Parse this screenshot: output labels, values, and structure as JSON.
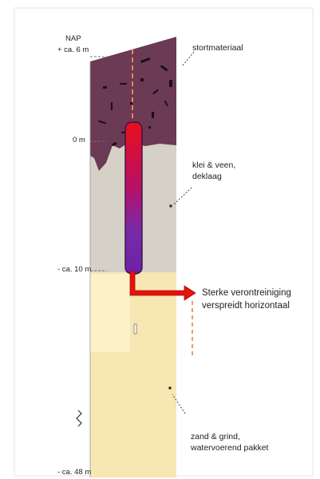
{
  "depth_labels": {
    "nap": "NAP",
    "plus6": "+ ca. 6 m",
    "zero": "0 m",
    "minus10": "- ca. 10 m",
    "minus48": "- ca. 48 m"
  },
  "layers": {
    "stortmateriaal": "stortmateriaal",
    "klei_line1": "klei & veen,",
    "klei_line2": "deklaag",
    "zand_line1": "zand & grind,",
    "zand_line2": "watervoerend pakket"
  },
  "callout": {
    "line1": "Sterke verontreiniging",
    "line2": "verspreidt horizontaal"
  },
  "colors": {
    "stort": "#6b3a55",
    "klei": "#d6d1c6",
    "zand": "#f6e7b3",
    "zand_light": "#fbf2c9",
    "arrow": "#e3140d",
    "tube_top": "#e8101a",
    "tube_bottom": "#6b22a8",
    "dash": "#e7854a"
  }
}
